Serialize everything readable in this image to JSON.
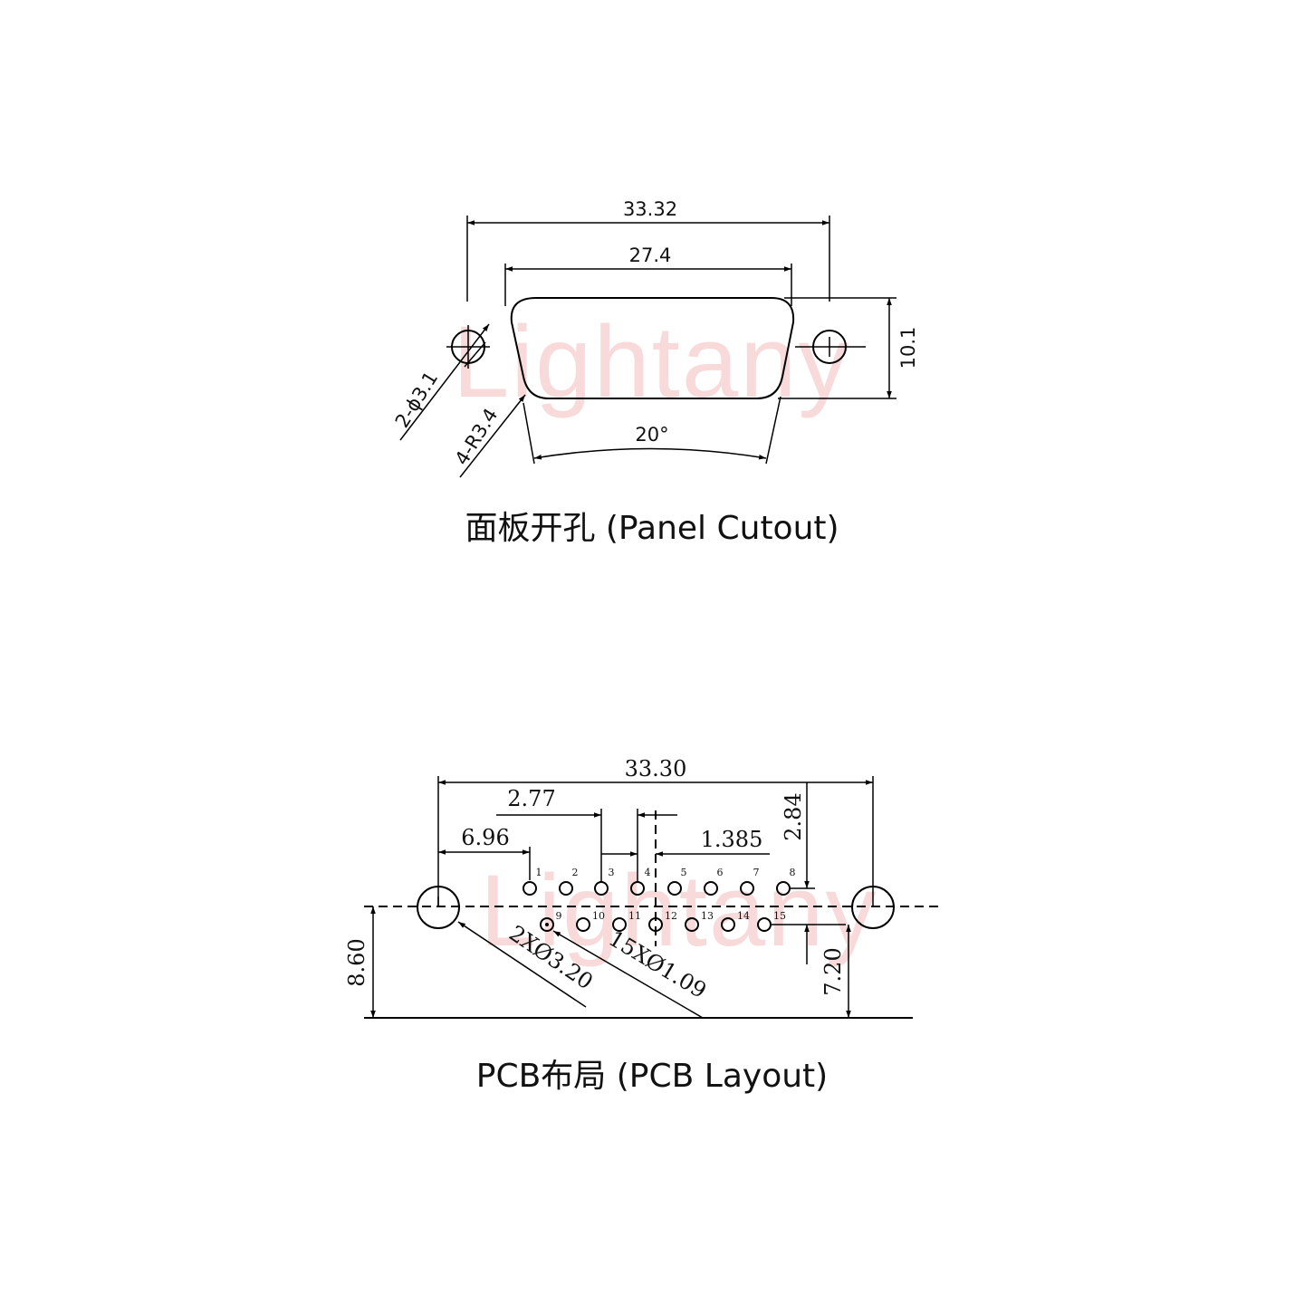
{
  "watermark": "Lightany",
  "panel_cutout": {
    "caption": "面板开孔 (Panel Cutout)",
    "dims": {
      "overall_width": "33.32",
      "body_width": "27.4",
      "height": "10.1",
      "angle": "20°",
      "mount_hole": "2-ϕ3.1",
      "corner_radius": "4-R3.4"
    }
  },
  "pcb_layout": {
    "caption": "PCB布局 (PCB Layout)",
    "dims": {
      "overall": "33.30",
      "pin_pitch": "2.77",
      "first_pin_offset": "6.96",
      "half_pitch": "1.385",
      "row_spacing": "2.84",
      "left_height": "8.60",
      "right_height": "7.20",
      "mount_hole": "2XØ3.20",
      "pin_hole": "15XØ1.09"
    },
    "top_row_pins": [
      "1",
      "2",
      "3",
      "4",
      "5",
      "6",
      "7",
      "8"
    ],
    "bottom_row_pins": [
      "9",
      "10",
      "11",
      "12",
      "13",
      "14",
      "15"
    ]
  },
  "colors": {
    "line": "#000000",
    "watermark": "#f6c7c9"
  }
}
